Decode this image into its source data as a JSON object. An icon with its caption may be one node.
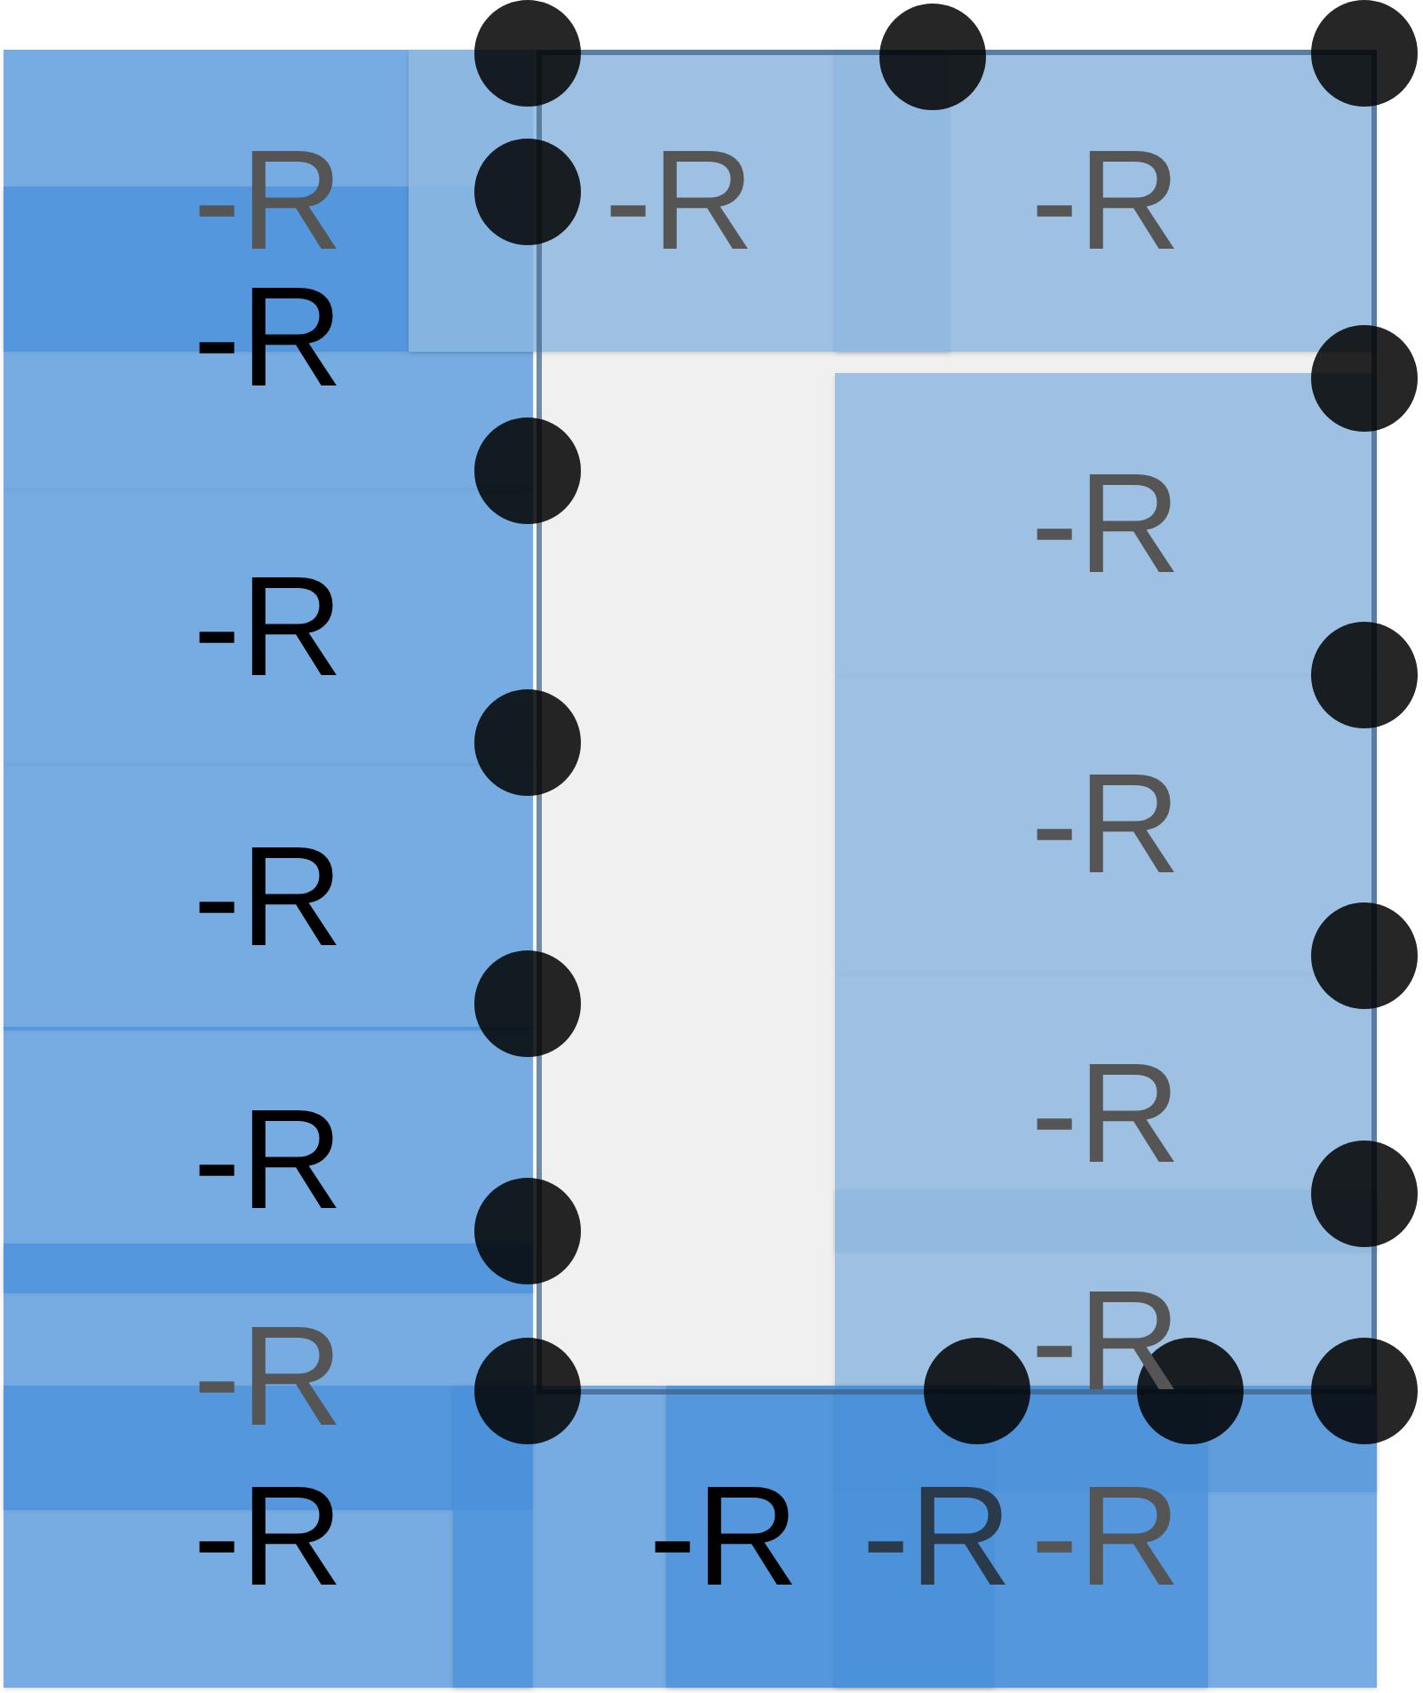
{
  "diagram": {
    "nodes": [
      {
        "text": [
          "-R"
        ]
      },
      {
        "text": [
          "-R"
        ]
      },
      {
        "text": [
          "-R"
        ]
      },
      {
        "text": [
          "-R"
        ]
      },
      {
        "text": [
          "-R"
        ]
      },
      {
        "text": [
          "-R"
        ]
      },
      {
        "text": [
          "-R"
        ]
      },
      {
        "text": [
          "-R"
        ]
      },
      {
        "text": [
          "-R"
        ]
      },
      {
        "text": [
          "-R"
        ]
      },
      {
        "text": [
          "-R"
        ]
      },
      {
        "text": [
          "-R"
        ]
      },
      {
        "text": [
          "-R"
        ]
      },
      {
        "text": [
          "-R"
        ]
      },
      {
        "text": [
          "-R"
        ]
      },
      {
        "text": [
          "-R"
        ]
      }
    ]
  }
}
